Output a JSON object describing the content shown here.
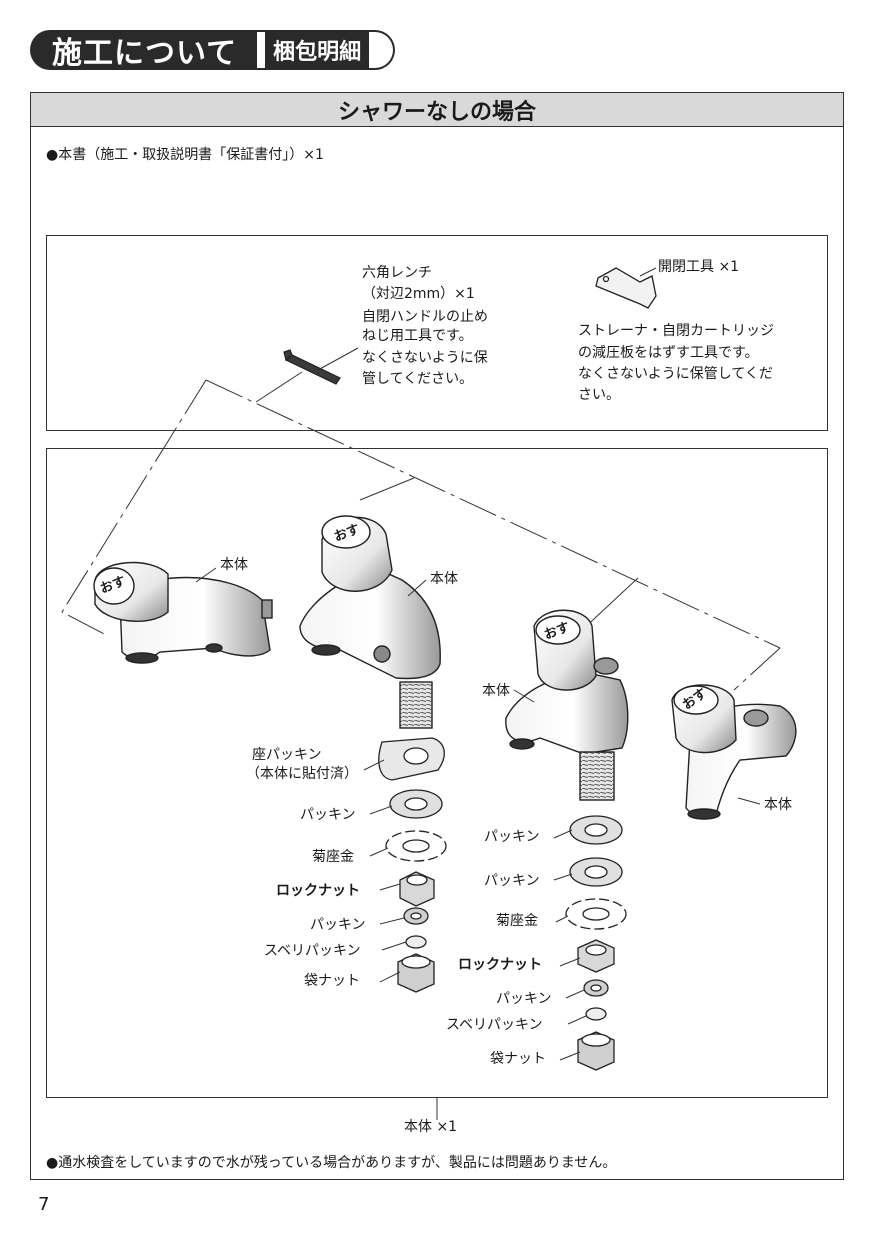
{
  "header": {
    "title": "施工について",
    "tag": "梱包明細"
  },
  "section": {
    "title": "シャワーなしの場合",
    "top_note": "●本書（施工・取扱説明書「保証書付」）×1",
    "bottom_note": "●通水検査をしていますので水が残っている場合がありますが、製品には問題ありません。"
  },
  "tools": {
    "hex_wrench": {
      "name": "六角レンチ",
      "size": "（対辺2mm）×1",
      "desc": [
        "自閉ハンドルの止め",
        "ねじ用工具です。",
        "なくさないように保",
        "管してください。"
      ]
    },
    "opener": {
      "name": "開閉工具 ×1",
      "desc": [
        "ストレーナ・自閉カートリッジ",
        "の減圧板をはずす工具です。",
        "なくさないように保管してくだ",
        "さい。"
      ]
    }
  },
  "parts": {
    "body": "本体",
    "knob_label": "おす",
    "body_count": "本体 ×1",
    "left_column": {
      "seat_packing": "座パッキン",
      "seat_packing_note": "（本体に貼付済）",
      "packing": "パッキン",
      "kiku_washer": "菊座金",
      "lock_nut": "ロックナット",
      "packing2": "パッキン",
      "slide_packing": "スベリパッキン",
      "bag_nut": "袋ナット"
    },
    "right_column": {
      "packing": "パッキン",
      "packing_b": "パッキン",
      "kiku_washer": "菊座金",
      "lock_nut": "ロックナット",
      "packing2": "パッキン",
      "slide_packing": "スベリパッキン",
      "bag_nut": "袋ナット"
    }
  },
  "page_number": "7"
}
